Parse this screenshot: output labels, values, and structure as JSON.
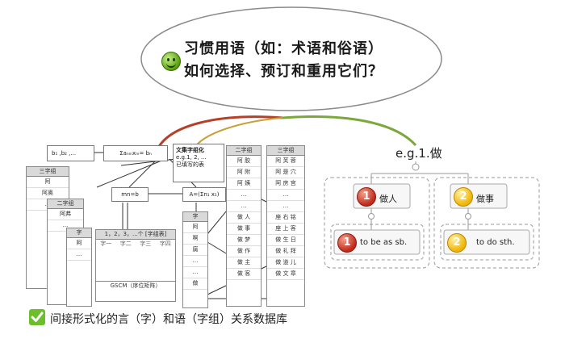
{
  "title": {
    "line1": "习惯用语（如：术语和俗语）",
    "line2": "如何选择、预订和重用它们？"
  },
  "caption": "间接形式化的言（字）和语（字组）关系数据库",
  "example": {
    "label": "e.g.1.做",
    "branches": [
      {
        "number": "1",
        "word": "做人",
        "translation": "to be as sb.",
        "color": "#c0281a"
      },
      {
        "number": "2",
        "word": "做事",
        "translation": "to do sth.",
        "color": "#f0b400"
      }
    ]
  },
  "diagram": {
    "b_box": "b₁ ,b₂ ,...",
    "sum_box": "Σaₙₘxₘ= bₙ",
    "mn_box": "mn=b",
    "a_box": "A=(Σn₁ x₁)",
    "note_box": [
      "文集字组化",
      "e.g.1, 2, ...",
      "已填写的表"
    ],
    "table_three": "三字组",
    "table_two": "二字组",
    "table_one": "字",
    "cell_a": "阿",
    "cell_b": "阿奥",
    "cell_c": "阿弗",
    "dots": "...",
    "gscm_header": "1，2，3，...个 [字组表]",
    "gscm_cols": [
      "字一",
      "字二",
      "字三",
      "字四"
    ],
    "gscm_caption": "GSCM（序位矩阵）",
    "mid_col": [
      "字",
      "阿",
      "啊",
      "腐",
      "…",
      "…",
      "做"
    ],
    "two_col": [
      "二字组",
      "阿 胶",
      "阿 附",
      "阿 姨",
      "…",
      "…",
      "做 人",
      "做 事",
      "做 梦",
      "做 作",
      "做 主",
      "做 客"
    ],
    "three_col": [
      "三字组",
      "阿 芙 蓉",
      "阿 是 穴",
      "阿 房 宫",
      "…",
      "…",
      "座 右 铭",
      "座 上 客",
      "做 生 日",
      "做 礼 拜",
      "做 道 儿",
      "做 文 章"
    ]
  }
}
